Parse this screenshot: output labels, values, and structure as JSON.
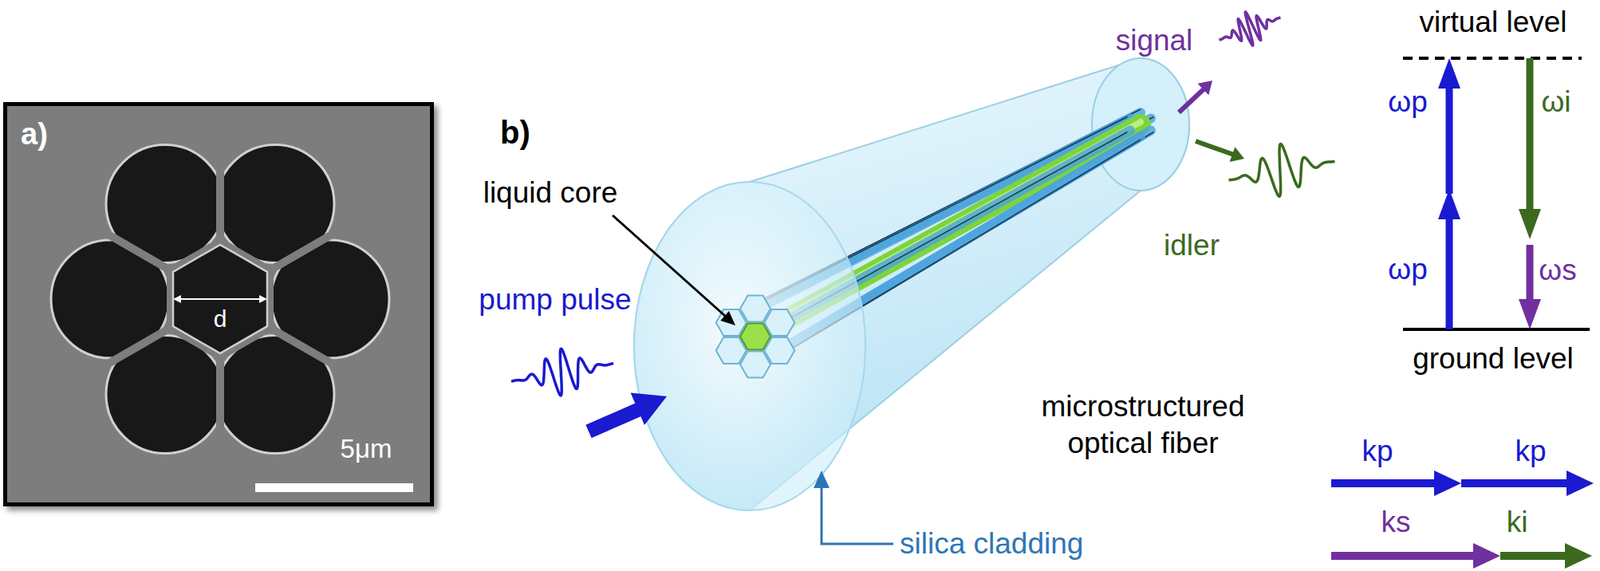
{
  "diagram": {
    "nodes": [
      {
        "text": [
          "a)",
          "d",
          "5μm"
        ]
      }
    ],
    "labels": [
      "b)",
      "liquid core",
      "pump pulse",
      "silica cladding",
      "microstructured optical fiber",
      "signal",
      "idler",
      "virtual level",
      "ωp",
      "ωp",
      "ωi",
      "ωs",
      "ground level",
      "kp",
      "kp",
      "ks",
      "ki"
    ]
  }
}
